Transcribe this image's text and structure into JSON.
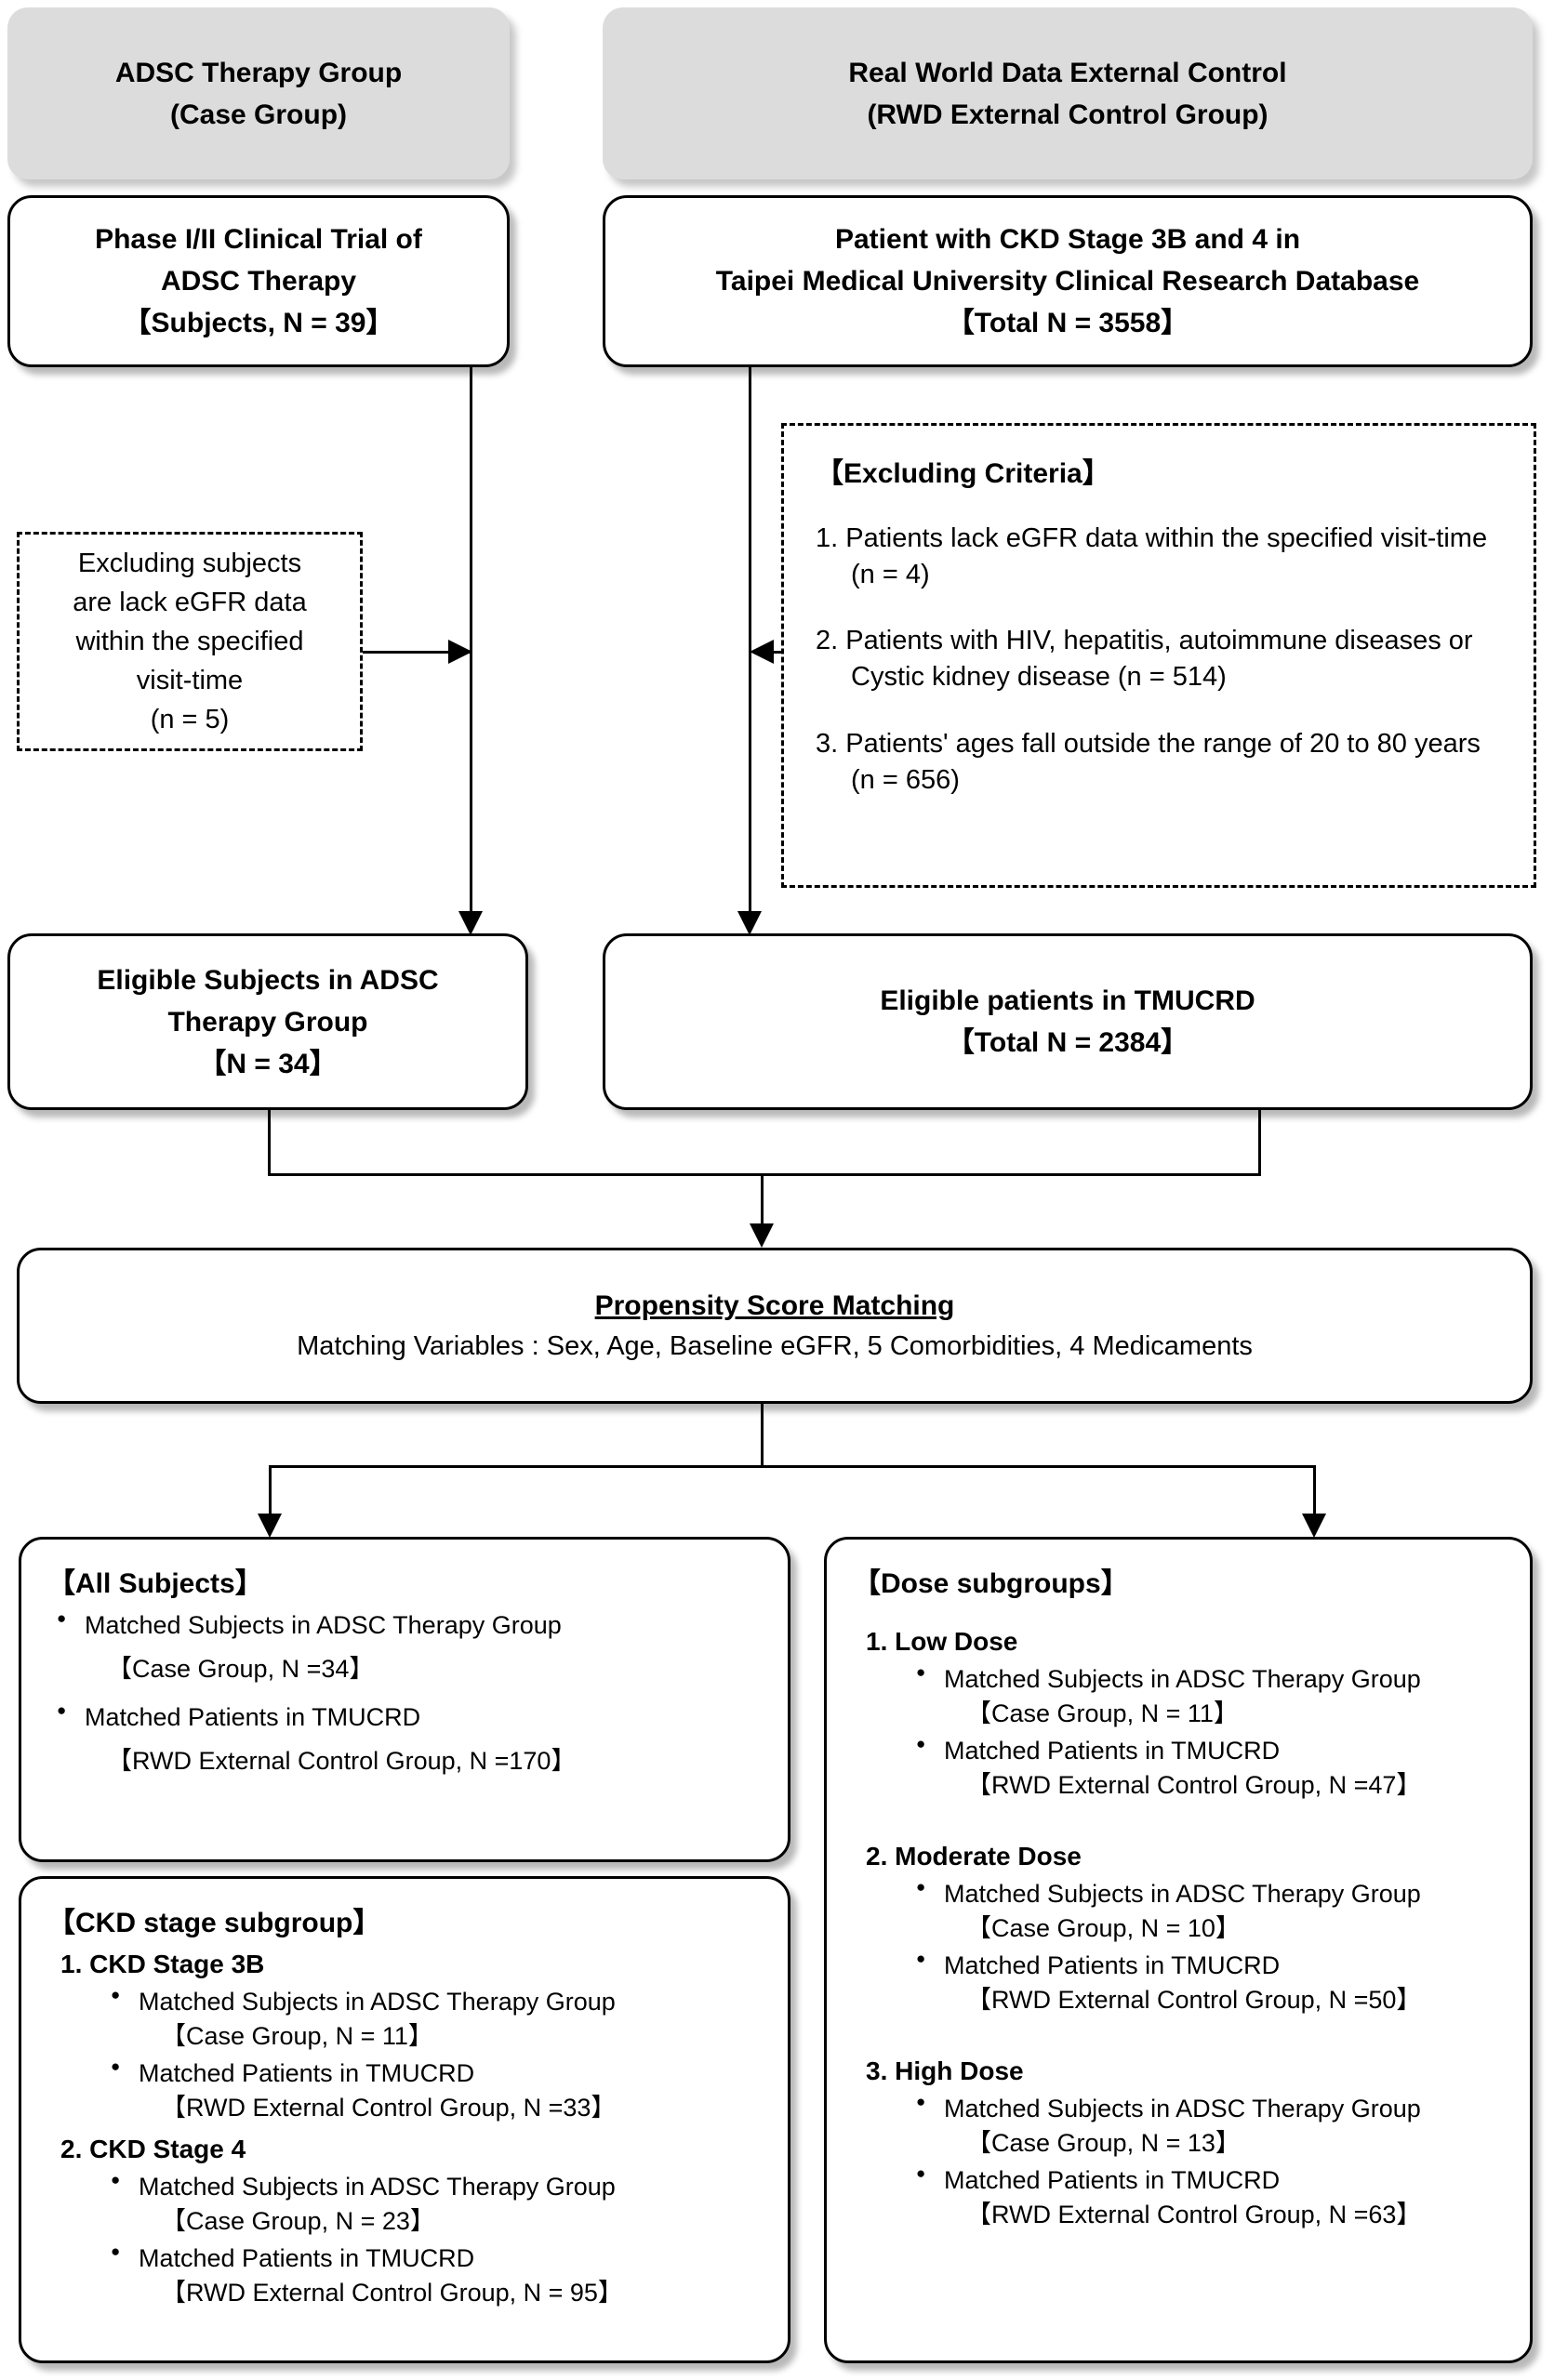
{
  "columns": {
    "case": {
      "header_line1": "ADSC Therapy Group",
      "header_line2": "(Case Group)"
    },
    "rwd": {
      "header_line1": "Real World Data External Control",
      "header_line2": "(RWD External Control Group)"
    }
  },
  "source_boxes": {
    "trial": {
      "line1": "Phase I/II Clinical Trial of",
      "line2": "ADSC Therapy",
      "line3": "【Subjects, N = 39】"
    },
    "database": {
      "line1": "Patient with CKD Stage 3B and 4 in",
      "line2": "Taipei Medical University Clinical Research Database",
      "line3": "【Total N = 3558】"
    }
  },
  "exclusions": {
    "case_side": {
      "line1": "Excluding subjects",
      "line2": "are lack eGFR data",
      "line3": "within the specified",
      "line4": "visit-time",
      "line5": "(n = 5)"
    },
    "rwd_side": {
      "title": "【Excluding Criteria】",
      "items": [
        "1. Patients lack eGFR data within the specified visit-time (n = 4)",
        "2. Patients with HIV, hepatitis, autoimmune diseases or Cystic kidney disease (n = 514)",
        "3. Patients' ages fall outside the range of 20 to 80 years   (n = 656)"
      ]
    }
  },
  "eligible_boxes": {
    "case": {
      "line1": "Eligible Subjects in ADSC",
      "line2": "Therapy Group",
      "line3": "【N = 34】"
    },
    "rwd": {
      "line1": "Eligible patients in TMUCRD",
      "line2": "【Total N = 2384】"
    }
  },
  "psm": {
    "title": "Propensity Score Matching",
    "subtitle": "Matching Variables : Sex, Age, Baseline eGFR, 5 Comorbidities, 4 Medicaments"
  },
  "all_subjects": {
    "title": "【All Subjects】",
    "bullets": [
      {
        "main": "Matched Subjects in ADSC Therapy Group",
        "sub": "【Case Group, N =34】"
      },
      {
        "main": "Matched Patients in TMUCRD",
        "sub": "【RWD External Control Group, N =170】"
      }
    ]
  },
  "ckd_subgroup": {
    "title": "【CKD stage subgroup】",
    "groups": [
      {
        "name": "1. CKD Stage 3B",
        "bullets": [
          {
            "main": "Matched Subjects in ADSC Therapy Group",
            "sub": "【Case Group, N = 11】"
          },
          {
            "main": "Matched Patients in TMUCRD",
            "sub": "【RWD External Control Group, N =33】"
          }
        ]
      },
      {
        "name": "2. CKD Stage 4",
        "bullets": [
          {
            "main": "Matched Subjects in ADSC Therapy Group",
            "sub": "【Case Group, N = 23】"
          },
          {
            "main": "Matched Patients in TMUCRD",
            "sub": "【RWD External Control Group, N = 95】"
          }
        ]
      }
    ]
  },
  "dose_subgroup": {
    "title": "【Dose subgroups】",
    "groups": [
      {
        "name": "1. Low Dose",
        "bullets": [
          {
            "main": "Matched Subjects in ADSC Therapy Group",
            "sub": "【Case Group, N = 11】"
          },
          {
            "main": "Matched Patients in TMUCRD",
            "sub": "【RWD External Control Group, N =47】"
          }
        ]
      },
      {
        "name": "2. Moderate Dose",
        "bullets": [
          {
            "main": "Matched Subjects in ADSC Therapy Group",
            "sub": "【Case Group, N = 10】"
          },
          {
            "main": "Matched Patients in TMUCRD",
            "sub": "【RWD External Control Group, N =50】"
          }
        ]
      },
      {
        "name": "3. High Dose",
        "bullets": [
          {
            "main": "Matched Subjects in ADSC Therapy Group",
            "sub": "【Case Group, N = 13】"
          },
          {
            "main": "Matched Patients in TMUCRD",
            "sub": "【RWD External Control Group, N =63】"
          }
        ]
      }
    ]
  },
  "colors": {
    "header_fill": "#dcdcdc",
    "stroke": "#000000",
    "background": "#ffffff"
  }
}
